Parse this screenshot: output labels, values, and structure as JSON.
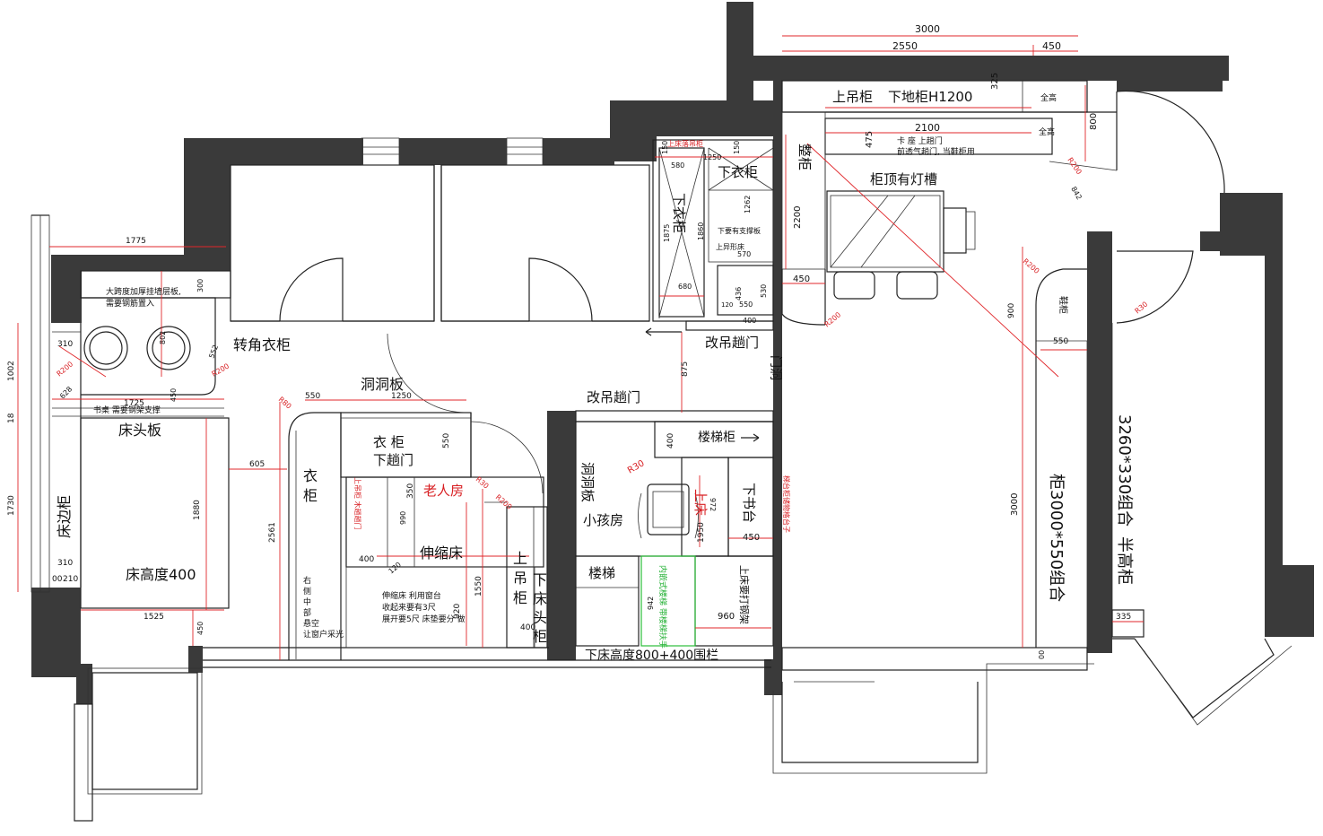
{
  "labels": {
    "corner_wardrobe": "转角衣柜",
    "hole_board_1": "洞洞板",
    "headboard": "床头板",
    "bed_height": "床高度400",
    "bedside_cabinet": "床边柜",
    "wardrobe_v": "衣柜",
    "wardrobe_sliding": "衣 柜",
    "sliding_door_lower": "下趟门",
    "elder_room": "老人房",
    "trundle_bed": "伸缩床",
    "upper_cabinet_v": "上吊柜",
    "lower_headboard_cabinet": "下床头柜",
    "changed_sliding_1": "改吊趟门",
    "changed_sliding_2": "改吊趟门",
    "hole_board_v": "洞洞板",
    "kids_room": "小孩房",
    "stairs": "楼梯",
    "stair_cabinet": "楼梯柜",
    "upper_bed": "上床",
    "lower_desk": "下书台",
    "lower_bed_height": "下床高度800+400围栏",
    "upper_wall_cabinet": "上吊柜",
    "lower_floor_cabinet": "下地柜H1200",
    "full_height_1": "全高",
    "full_height_2": "全高",
    "whole_cabinet": "整柜",
    "lamp_slot": "柜顶有灯槽",
    "door_text": "门洞",
    "lower_wardrobe_v": "下衣柜",
    "lower_wardrobe_h": "下衣柜",
    "combo_cabinet": "柜3000*550组合",
    "half_high": "半高柜",
    "combo_3260": "3260*330组合",
    "shoe_cabinet": "鞋柜",
    "upper_bed_shelf": "上床要打钢架"
  },
  "notes": {
    "span_board": "大跨度加厚挂墙层板,",
    "span_board_2": "需要钢筋置入",
    "desk_note": "书桌  需要钢架支撑",
    "right_middle": "右侧中部悬空让窗户采光",
    "trundle_note_1": "伸缩床  利用窗台",
    "trundle_note_2": "收起来要有3尺",
    "trundle_note_3": "展开要5尺  床垫要分  做",
    "card_seat": "卡  座  上趟门",
    "vent_door": "前透气趟门, 当鞋柜用",
    "need_support": "下要有支撑板",
    "upper_special": "上异形床",
    "upper_drop": "上床落吊柜",
    "upper_wardrobe_door": "上吊柜  木趟趟门",
    "internal_ladder": "内嵌式楼梯 带楼梯扶手",
    "vertical_note": "梯台柜储物格台子"
  },
  "dims": {
    "d3000": "3000",
    "d2550": "2550",
    "d450a": "450",
    "d325": "325",
    "d800": "800",
    "d2100": "2100",
    "d475": "475",
    "d2200": "2200",
    "d450b": "450",
    "d1775": "1775",
    "d300": "300",
    "d310a": "310",
    "d802": "802",
    "d552": "552",
    "dR200a": "R200",
    "dR200b": "R200",
    "d628": "628",
    "d1725": "1725",
    "d450c": "450",
    "d1002": "1002",
    "d18": "18",
    "d1730": "1730",
    "d310b": "310",
    "d210": "210",
    "d00": "00",
    "d1525": "1525",
    "d450d": "450",
    "d605": "605",
    "d1880": "1880",
    "d2561": "2561",
    "dR80": "R80",
    "d550a": "550",
    "d1250": "1250",
    "d550b": "550",
    "d350": "350",
    "d990": "990",
    "d400a": "400",
    "d120": "120",
    "d1550": "1550",
    "d920": "920",
    "dR30a": "R30",
    "dR200c": "R200",
    "d400b": "400",
    "d875": "875",
    "d400c": "400",
    "dR30b": "R30",
    "d972": "972",
    "d1950": "1950",
    "d450e": "450",
    "d942": "942",
    "d960": "960",
    "d3000b": "3000",
    "d900": "900",
    "d550c": "550",
    "dR200d": "R200",
    "dR200e": "R200",
    "d842": "842",
    "dR30c": "R30",
    "d335": "335",
    "dR200f": "R200",
    "d1250b": "1250",
    "d580": "580",
    "d150a": "150",
    "d150b": "150",
    "d1262": "1262",
    "d1860": "1860",
    "d1875": "1875",
    "d570": "570",
    "d680": "680",
    "d436": "436",
    "d530": "530",
    "d550d": "550",
    "d400d": "400",
    "d120b": "120",
    "d00b": "00"
  }
}
